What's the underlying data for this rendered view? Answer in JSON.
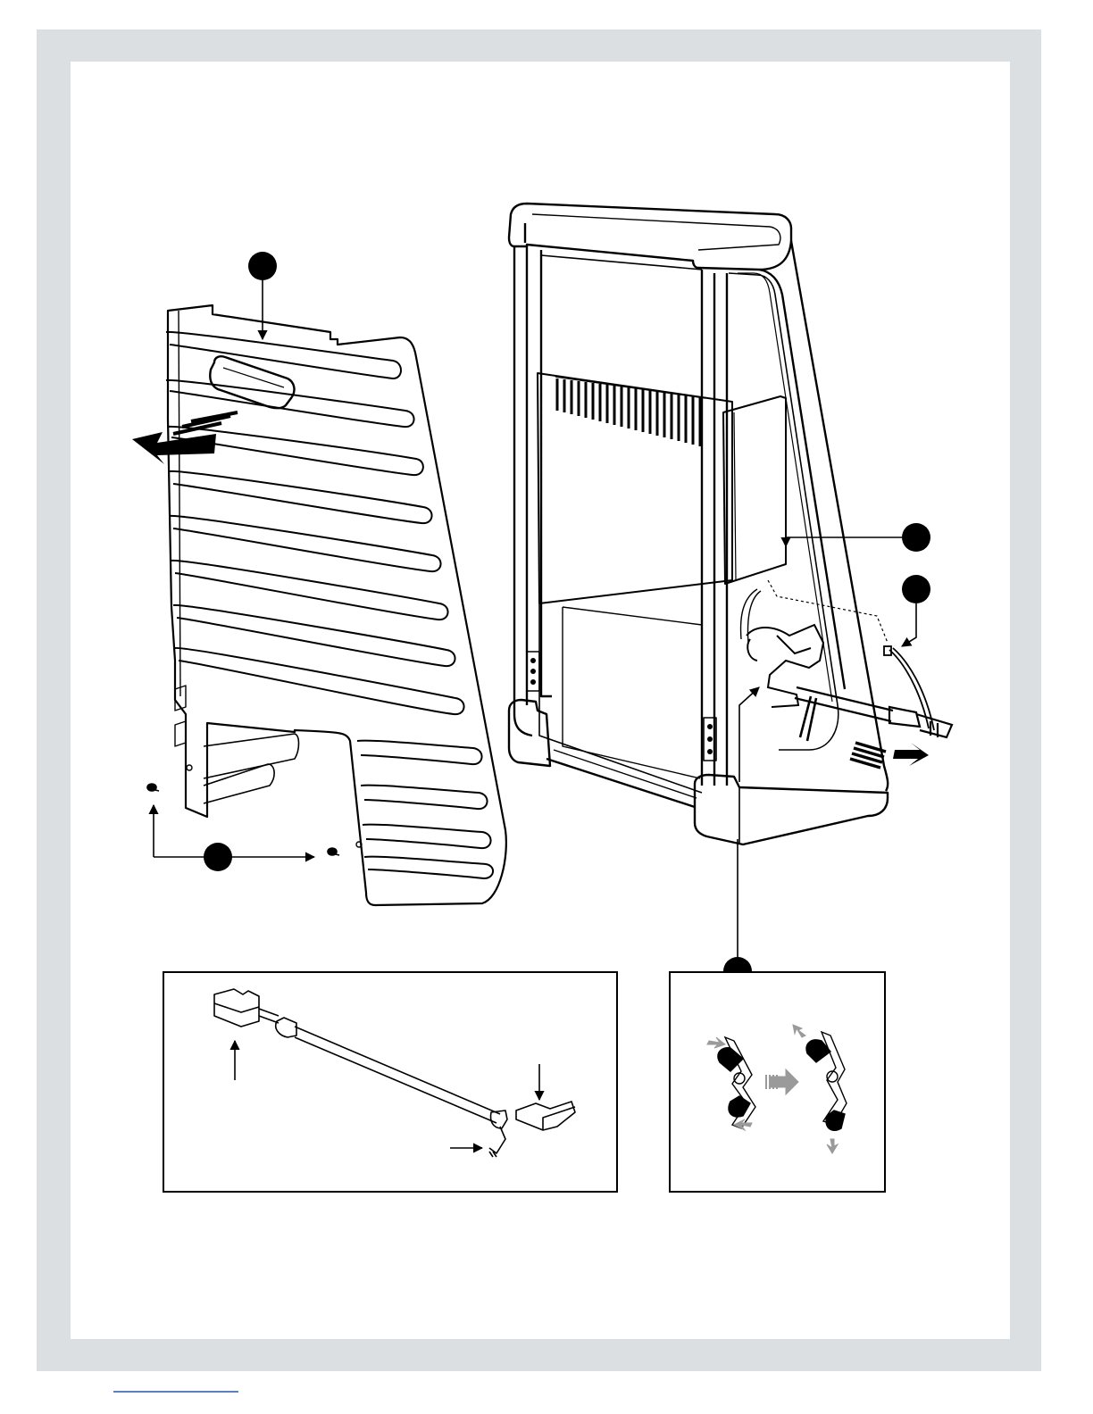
{
  "colors": {
    "frame": "#dcdfe1",
    "line": "#000000",
    "marker": "#000000",
    "arrow_grey": "#9a9a9a",
    "footer_rule": "#5b7fc0"
  },
  "callouts": [
    {
      "id": "rear-panel",
      "label": ""
    },
    {
      "id": "screws",
      "label": ""
    },
    {
      "id": "control-box",
      "label": ""
    },
    {
      "id": "cable-connector",
      "label": ""
    },
    {
      "id": "base-clip",
      "label": ""
    },
    {
      "id": "rod-end-left",
      "label": ""
    },
    {
      "id": "rod-end-right",
      "label": ""
    },
    {
      "id": "rod-screw",
      "label": ""
    }
  ],
  "icons": [
    "removal-arrow-icon",
    "release-arrow-icon",
    "rotation-arrow-icon"
  ],
  "panels": [
    "rod-assembly-detail",
    "clip-release-detail"
  ]
}
